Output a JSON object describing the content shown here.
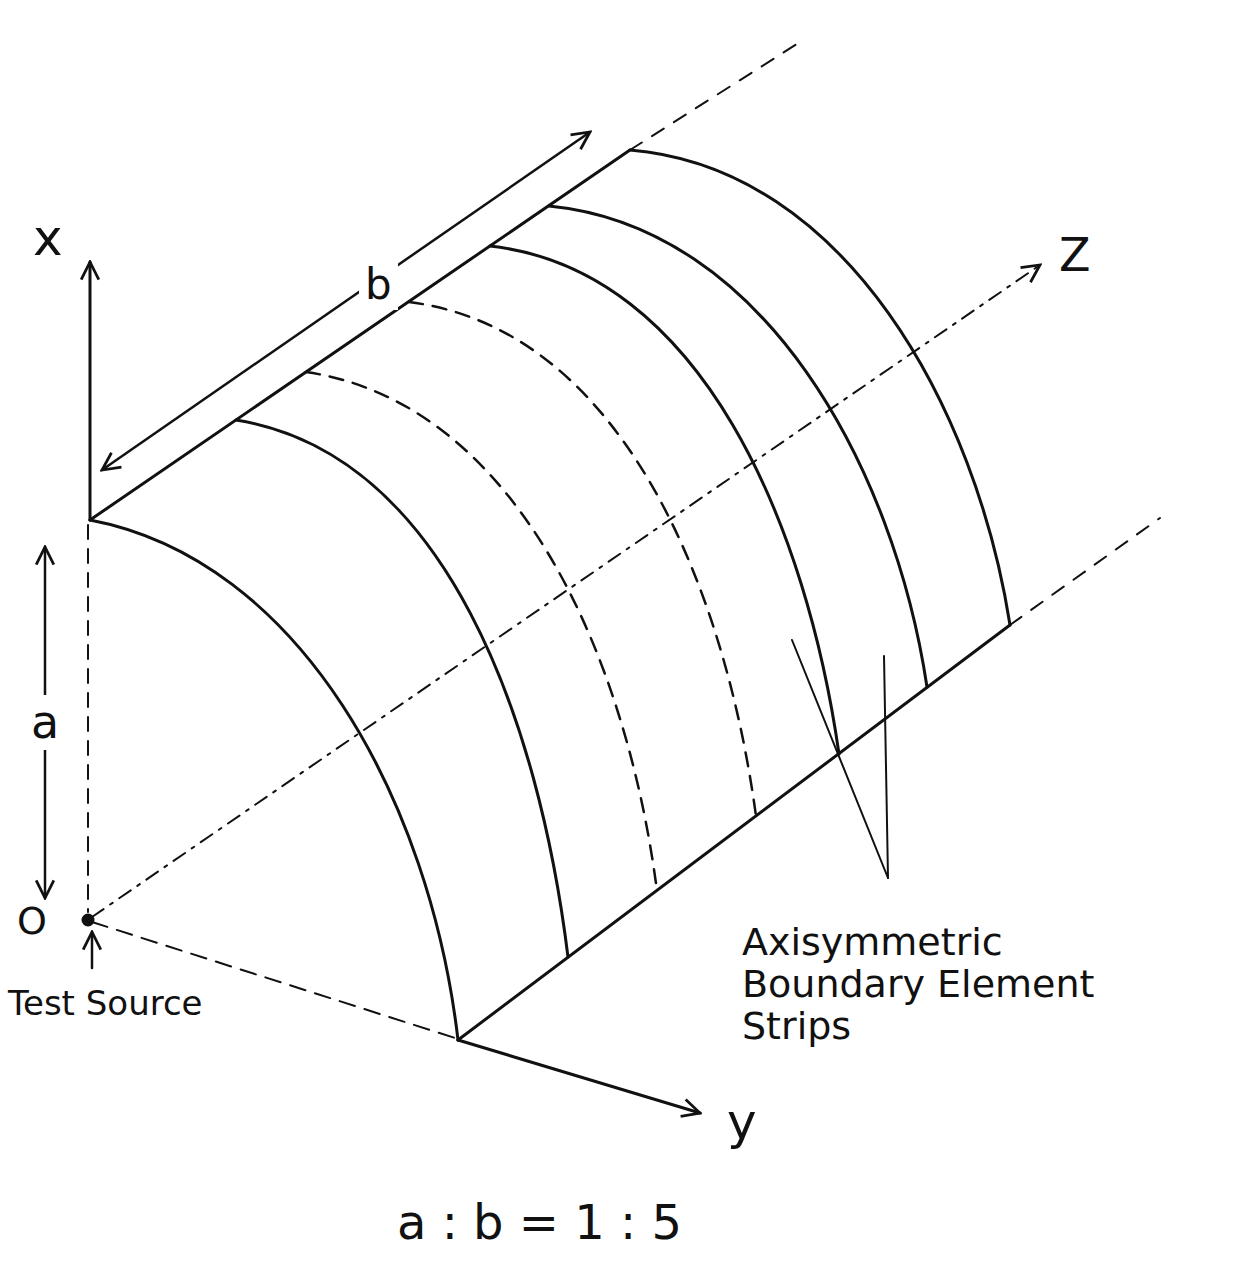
{
  "diagram": {
    "caption": "a : b = 1 : 5",
    "labels": [
      "x",
      "b",
      "Z",
      "a",
      "O",
      "Test Source",
      "Axisymmetric Boundary Element Strips",
      "y"
    ]
  }
}
